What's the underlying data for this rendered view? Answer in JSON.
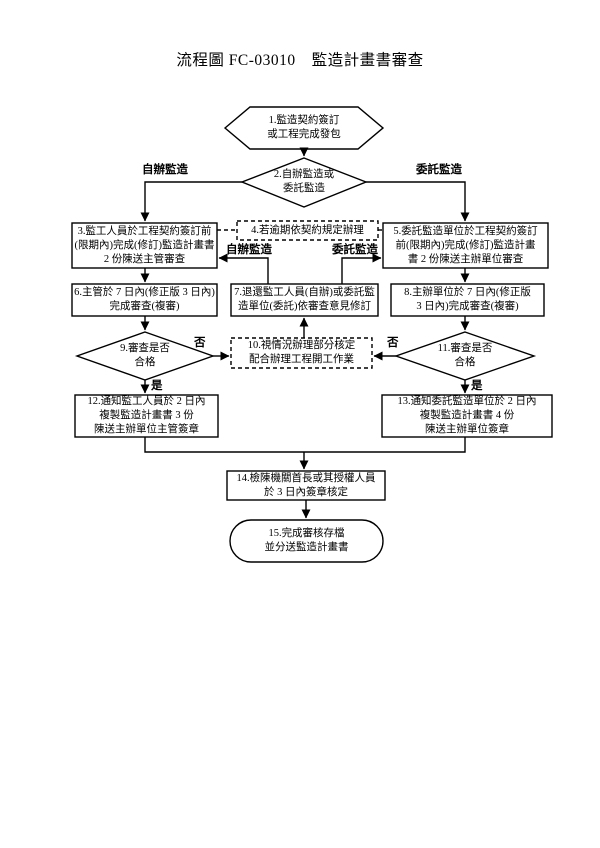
{
  "title": "流程圖 FC-03010　監造計畫書審查",
  "nodes": {
    "step1": "1.監造契約簽訂\n或工程完成發包",
    "step2": "2.自辦監造或\n委託監造",
    "step3": "3.監工人員於工程契約簽訂前\n(限期內)完成(修訂)監造計畫書\n2 份陳送主管審查",
    "step4": "4.若逾期依契約規定辦理",
    "step5": "5.委託監造單位於工程契約簽訂\n前(限期內)完成(修訂)監造計畫\n書 2 份陳送主辦單位審查",
    "step6": "6.主管於 7 日內(修正版 3 日內)\n完成審查(複審)",
    "step7": "7.退還監工人員(自辦)或委託監\n造單位(委託)依審查意見修訂",
    "step8": "8.主辦單位於 7 日內(修正版\n3 日內)完成審查(複審)",
    "step9": "9.審查是否\n合格",
    "step10": "10.視情況辦理部分核定\n配合辦理工程開工作業",
    "step11": "11.審查是否\n合格",
    "step12": "12.通知監工人員於 2 日內\n複製監造計畫書 3 份\n陳送主辦單位主管簽章",
    "step13": "13.通知委託監造單位於 2 日內\n複製監造計畫書 4 份\n陳送主辦單位簽章",
    "step14": "14.檢陳機關首長或其授權人員\n於 3 日內簽章核定",
    "step15": "15.完成審核存檔\n並分送監造計畫書"
  },
  "labels": {
    "self_top": "自辦監造",
    "commission_top": "委託監造",
    "self_mid": "自辦監造",
    "commission_mid": "委託監造",
    "no_left": "否",
    "yes_left": "是",
    "no_right": "否",
    "yes_right": "是"
  },
  "colors": {
    "line": "#000000",
    "background": "#ffffff",
    "text": "#000000"
  }
}
